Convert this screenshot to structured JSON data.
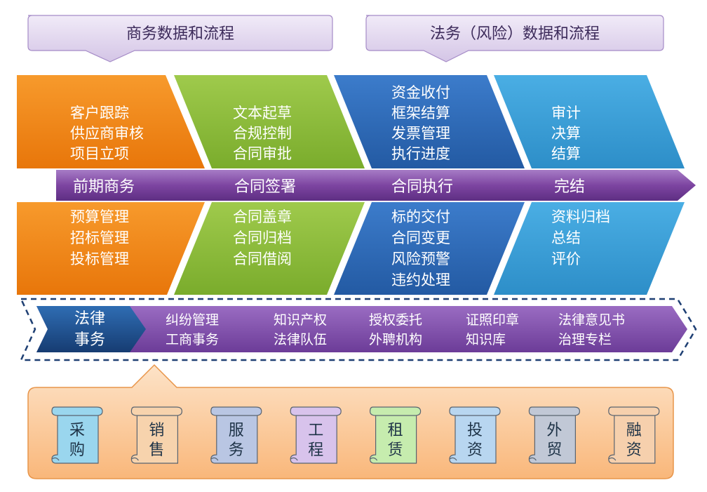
{
  "header": {
    "left_label": "商务数据和流程",
    "right_label": "法务（风险）数据和流程"
  },
  "stages": [
    {
      "name": "前期商务",
      "color": "#f2850e",
      "top_items": [
        "客户跟踪",
        "供应商审核",
        "项目立项"
      ],
      "bottom_items": [
        "预算管理",
        "招标管理",
        "投标管理"
      ]
    },
    {
      "name": "合同签署",
      "color": "#8cbd3a",
      "top_items": [
        "文本起草",
        "合规控制",
        "合同审批"
      ],
      "bottom_items": [
        "合同盖章",
        "合同归档",
        "合同借阅"
      ]
    },
    {
      "name": "合同执行",
      "color": "#2f6bb8",
      "top_items": [
        "资金收付",
        "框架结算",
        "发票管理",
        "执行进度"
      ],
      "bottom_items": [
        "标的交付",
        "合同变更",
        "风险预警",
        "违约处理"
      ]
    },
    {
      "name": "完结",
      "color": "#3a9ed6",
      "top_items": [
        "审计",
        "决算",
        "结算"
      ],
      "bottom_items": [
        "资料归档",
        "总结",
        "评价"
      ]
    }
  ],
  "legal": {
    "title_line1": "法律",
    "title_line2": "事务",
    "items": [
      [
        "纠纷管理",
        "工商事务"
      ],
      [
        "知识产权",
        "法律队伍"
      ],
      [
        "授权委托",
        "外聘机构"
      ],
      [
        "证照印章",
        "知识库"
      ],
      [
        "法律意见书",
        "治理专栏"
      ]
    ]
  },
  "business_types": [
    {
      "line1": "采",
      "line2": "购",
      "color": "#9ad6ee"
    },
    {
      "line1": "销",
      "line2": "售",
      "color": "#f7d3ad"
    },
    {
      "line1": "服",
      "line2": "务",
      "color": "#b9c6e3"
    },
    {
      "line1": "工",
      "line2": "程",
      "color": "#d8c3ec"
    },
    {
      "line1": "租",
      "line2": "赁",
      "color": "#c6ecae"
    },
    {
      "line1": "投",
      "line2": "资",
      "color": "#b8d6f0"
    },
    {
      "line1": "外",
      "line2": "贸",
      "color": "#c1c8d6"
    },
    {
      "line1": "融",
      "line2": "资",
      "color": "#f6d0ad"
    }
  ],
  "colors": {
    "header_fill": "#e3d9f0",
    "band_fill": "#7f4aa3",
    "legal_strip": "#8554b0",
    "legal_title": "#1f4e8c",
    "bottom_panel": "#fbc99b"
  }
}
